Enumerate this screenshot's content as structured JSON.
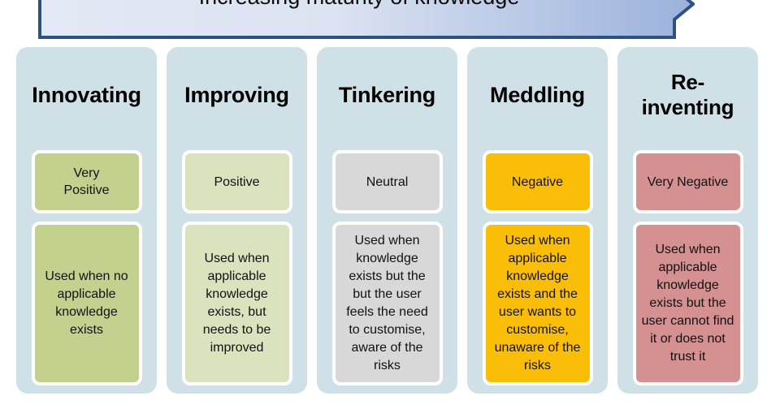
{
  "banner": {
    "label": "Increasing maturity of knowledge",
    "fill_left": "#E3E8F5",
    "fill_right": "#9BB2DC",
    "border": "#2E5184",
    "direction": "right"
  },
  "colors": {
    "panel_bg": "#CFE0E7",
    "box_border": "#FFFFFF",
    "green_strong": "#C2D18E",
    "green_light": "#D9E4BF",
    "grey": "#D8D8D8",
    "amber": "#FBBE08",
    "rose": "#D59191"
  },
  "columns": [
    {
      "title": "Innovating",
      "rating": "Very\nPositive",
      "rating_color": "#C2D18E",
      "description": "Used when no applicable knowledge exists",
      "description_color": "#C2D18E"
    },
    {
      "title": "Improving",
      "rating": "Positive",
      "rating_color": "#D9E4BF",
      "description": "Used when applicable knowledge exists, but needs to be improved",
      "description_color": "#D9E4BF"
    },
    {
      "title": "Tinkering",
      "rating": "Neutral",
      "rating_color": "#D8D8D8",
      "description": "Used when knowledge exists but the but the user feels the need to customise, aware of the risks",
      "description_color": "#D8D8D8"
    },
    {
      "title": "Meddling",
      "rating": "Negative",
      "rating_color": "#FBBE08",
      "description": "Used when applicable knowledge exists and the user wants to customise, unaware of the risks",
      "description_color": "#FBBE08"
    },
    {
      "title": "Re-\ninventing",
      "rating": "Very Negative",
      "rating_color": "#D59191",
      "description": "Used when applicable knowledge exists but the user cannot find it or does not trust it",
      "description_color": "#D59191"
    }
  ]
}
